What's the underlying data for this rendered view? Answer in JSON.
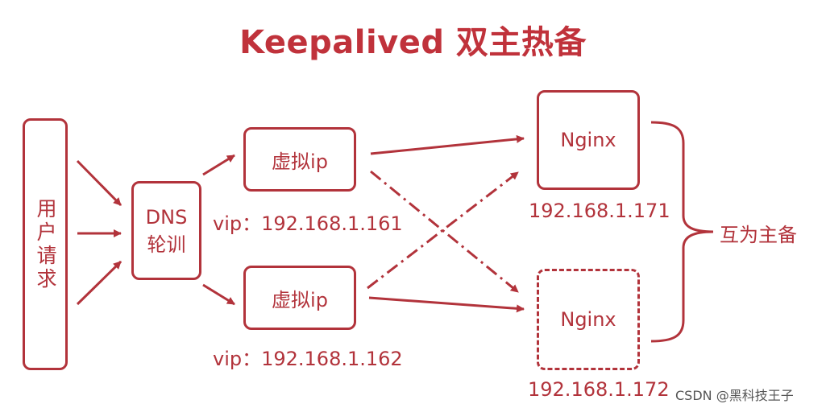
{
  "title": "Keepalived 双主热备",
  "user": {
    "label": "用户请求"
  },
  "dns": {
    "line1": "DNS",
    "line2": "轮训"
  },
  "vips": [
    {
      "box_label": "虚拟ip",
      "address_label": "vip：192.168.1.161"
    },
    {
      "box_label": "虚拟ip",
      "address_label": "vip：192.168.1.162"
    }
  ],
  "nginx": [
    {
      "label": "Nginx",
      "ip": "192.168.1.171",
      "style": "solid"
    },
    {
      "label": "Nginx",
      "ip": "192.168.1.172",
      "style": "dashed"
    }
  ],
  "mutual_label": "互为主备",
  "watermark": "CSDN @黑科技王子",
  "colors": {
    "accent": "#b2333b",
    "title": "#c0323b",
    "watermark": "#555555"
  }
}
